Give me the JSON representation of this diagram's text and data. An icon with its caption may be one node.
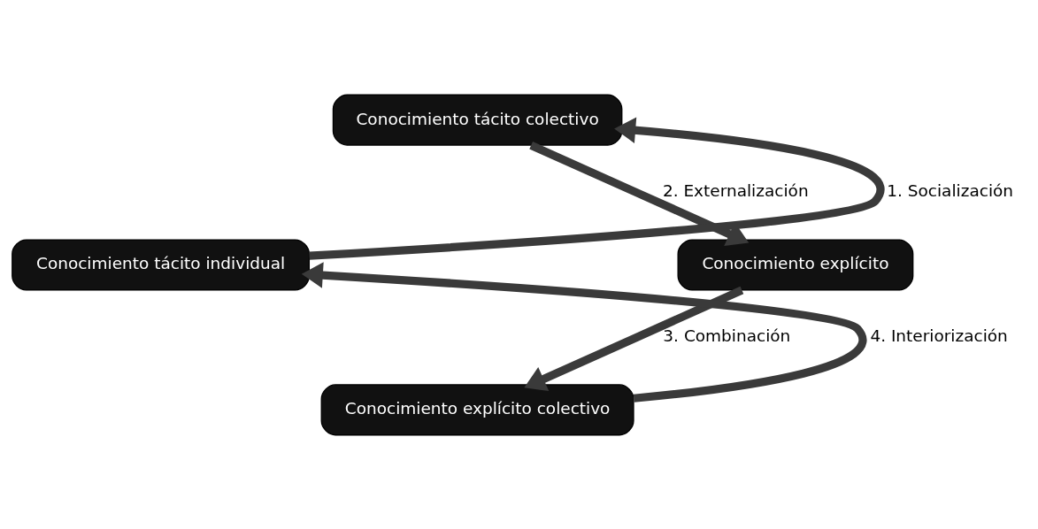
{
  "diagram": {
    "nodes": [
      {
        "text": [
          "Conocimiento tácito colectivo"
        ]
      },
      {
        "text": [
          "Conocimiento explícito"
        ]
      },
      {
        "text": [
          "Conocimiento explícito colectivo"
        ]
      },
      {
        "text": [
          "Conocimiento tácito individual"
        ]
      }
    ],
    "edges": [
      {
        "from": 3,
        "to": 0,
        "arrow": "to",
        "label": "1. Socialización"
      },
      {
        "from": 0,
        "to": 1,
        "arrow": "to",
        "label": "2. Externalización"
      },
      {
        "from": 1,
        "to": 2,
        "arrow": "to",
        "label": "3. Combinación"
      },
      {
        "from": 2,
        "to": 3,
        "arrow": "to",
        "label": "4. Interiorización"
      }
    ]
  }
}
